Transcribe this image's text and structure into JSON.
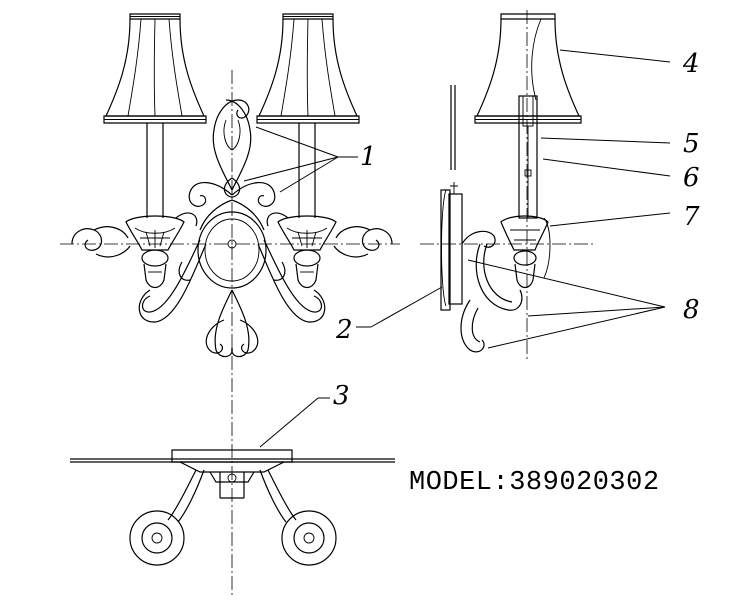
{
  "model_label": "MODEL:389020302",
  "callouts": {
    "c1": "1",
    "c2": "2",
    "c3": "3",
    "c4": "4",
    "c5": "5",
    "c6": "6",
    "c7": "7",
    "c8": "8"
  }
}
